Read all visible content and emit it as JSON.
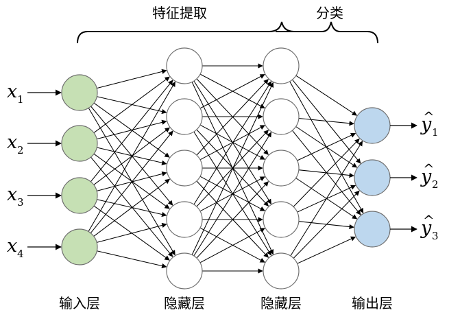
{
  "colors": {
    "input_fill": "#c6e0b4",
    "hidden_fill": "#ffffff",
    "output_fill": "#bdd7ee",
    "stroke": "#000000"
  },
  "braces": {
    "feature_extraction": "特征提取",
    "classification": "分类"
  },
  "layers": [
    {
      "label": "输入层",
      "count": 4
    },
    {
      "label": "隐藏层",
      "count": 5
    },
    {
      "label": "隐藏层",
      "count": 5
    },
    {
      "label": "输出层",
      "count": 3
    }
  ],
  "inputs": [
    {
      "var": "x",
      "sub": "1"
    },
    {
      "var": "x",
      "sub": "2"
    },
    {
      "var": "x",
      "sub": "3"
    },
    {
      "var": "x",
      "sub": "4"
    }
  ],
  "outputs": [
    {
      "var": "y",
      "hat": "^",
      "sub": "1"
    },
    {
      "var": "y",
      "hat": "^",
      "sub": "2"
    },
    {
      "var": "y",
      "hat": "^",
      "sub": "3"
    }
  ]
}
